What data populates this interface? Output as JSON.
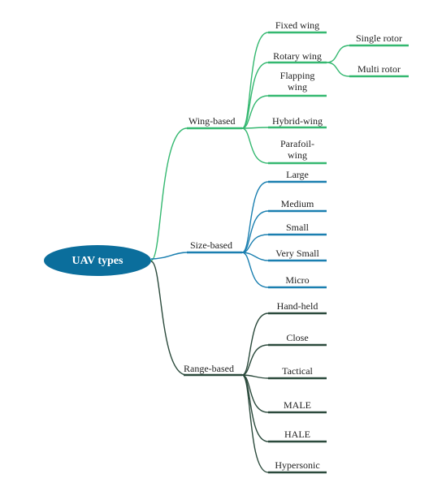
{
  "root": {
    "label": "UAV types",
    "color": "#0b6e9c"
  },
  "colors": {
    "wing": "#34b870",
    "size": "#1a7fb0",
    "range": "#2b4a3c"
  },
  "branches": {
    "wing": {
      "label": "Wing-based",
      "leaves": {
        "fixed": "Fixed wing",
        "rotary": "Rotary wing",
        "flapping_1": "Flapping",
        "flapping_2": "wing",
        "hybrid": "Hybrid-wing",
        "parafoil_1": "Parafoil-",
        "parafoil_2": "wing"
      },
      "rotary_children": {
        "single": "Single rotor",
        "multi": "Multi rotor"
      }
    },
    "size": {
      "label": "Size-based",
      "leaves": {
        "large": "Large",
        "medium": "Medium",
        "small": "Small",
        "very_small": "Very Small",
        "micro": "Micro"
      }
    },
    "range": {
      "label": "Range-based",
      "leaves": {
        "hand_held": "Hand-held",
        "close": "Close",
        "tactical": "Tactical",
        "male": "MALE",
        "hale": "HALE",
        "hypersonic": "Hypersonic"
      }
    }
  }
}
